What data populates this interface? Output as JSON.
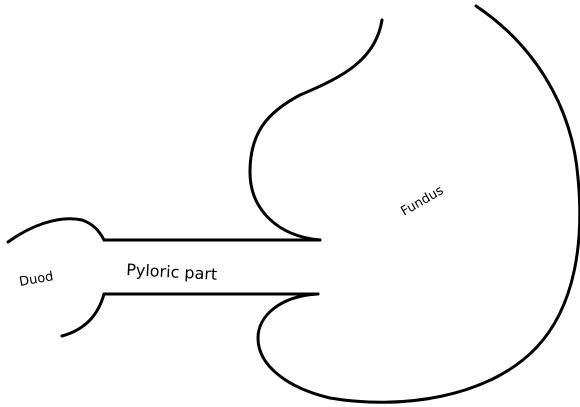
{
  "labels": {
    "duodenum": "Duod",
    "pyloric": "Pyloric part",
    "fundus": "Fundus"
  }
}
